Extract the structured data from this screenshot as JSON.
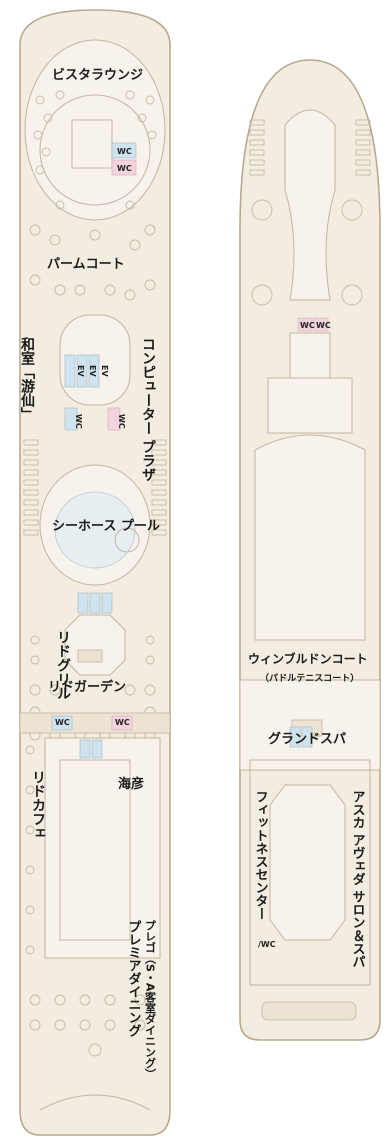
{
  "left_deck": {
    "rooms": {
      "vista_lounge": "ビスタラウンジ",
      "palm_court": "パームコート",
      "washitsu": "和室「游仙」",
      "computer_plaza": "コンピューター プラザ",
      "seahorse_pool": "シーホース プール",
      "lido_grill": "リドグリル",
      "lido_garden": "リドガーデン",
      "lido_cafe": "リドカフェ",
      "kaigen": "海彦",
      "premium_dining": "プレミアダイニング",
      "prego": "プレゴ（S・A客室ダイニング）"
    }
  },
  "right_deck": {
    "rooms": {
      "wimbledon_court": "ウィンブルドンコート",
      "wimbledon_sub": "（パドルテニスコート）",
      "grand_spa": "グランドスパ",
      "fitness_center": "フィットネスセンター",
      "aska_aveda": "アスカ アヴェダ サロン＆スパ"
    }
  },
  "tags": {
    "wc": "WC",
    "ev": "EV",
    "wc_accessible": "/WC"
  },
  "colors": {
    "hull_fill": "#f3ece0",
    "hull_stroke": "#b9a88f",
    "wc_blue": "#cfe3ee",
    "wc_pink": "#f3d3dc",
    "ev_blue": "#cfe3ee"
  }
}
